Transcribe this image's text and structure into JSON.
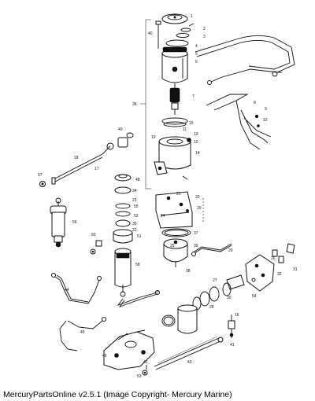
{
  "diagram": {
    "callouts": [
      "40",
      "1",
      "2",
      "3",
      "4",
      "5",
      "6",
      "7",
      "8",
      "9",
      "10",
      "11",
      "12",
      "13",
      "14",
      "15",
      "16",
      "17",
      "18",
      "19",
      "20",
      "21",
      "22",
      "23",
      "24",
      "25",
      "26",
      "27",
      "28",
      "29",
      "30",
      "31",
      "32",
      "33",
      "34",
      "35",
      "36",
      "37",
      "38",
      "39",
      "41",
      "42",
      "43",
      "44",
      "45",
      "46",
      "47",
      "48",
      "49",
      "50",
      "51",
      "52",
      "53",
      "54",
      "55",
      "56",
      "57",
      "58"
    ]
  },
  "footer": {
    "caption": "MercuryPartsOnline v2.5.1 (Image Copyright- Mercury Marine)"
  }
}
